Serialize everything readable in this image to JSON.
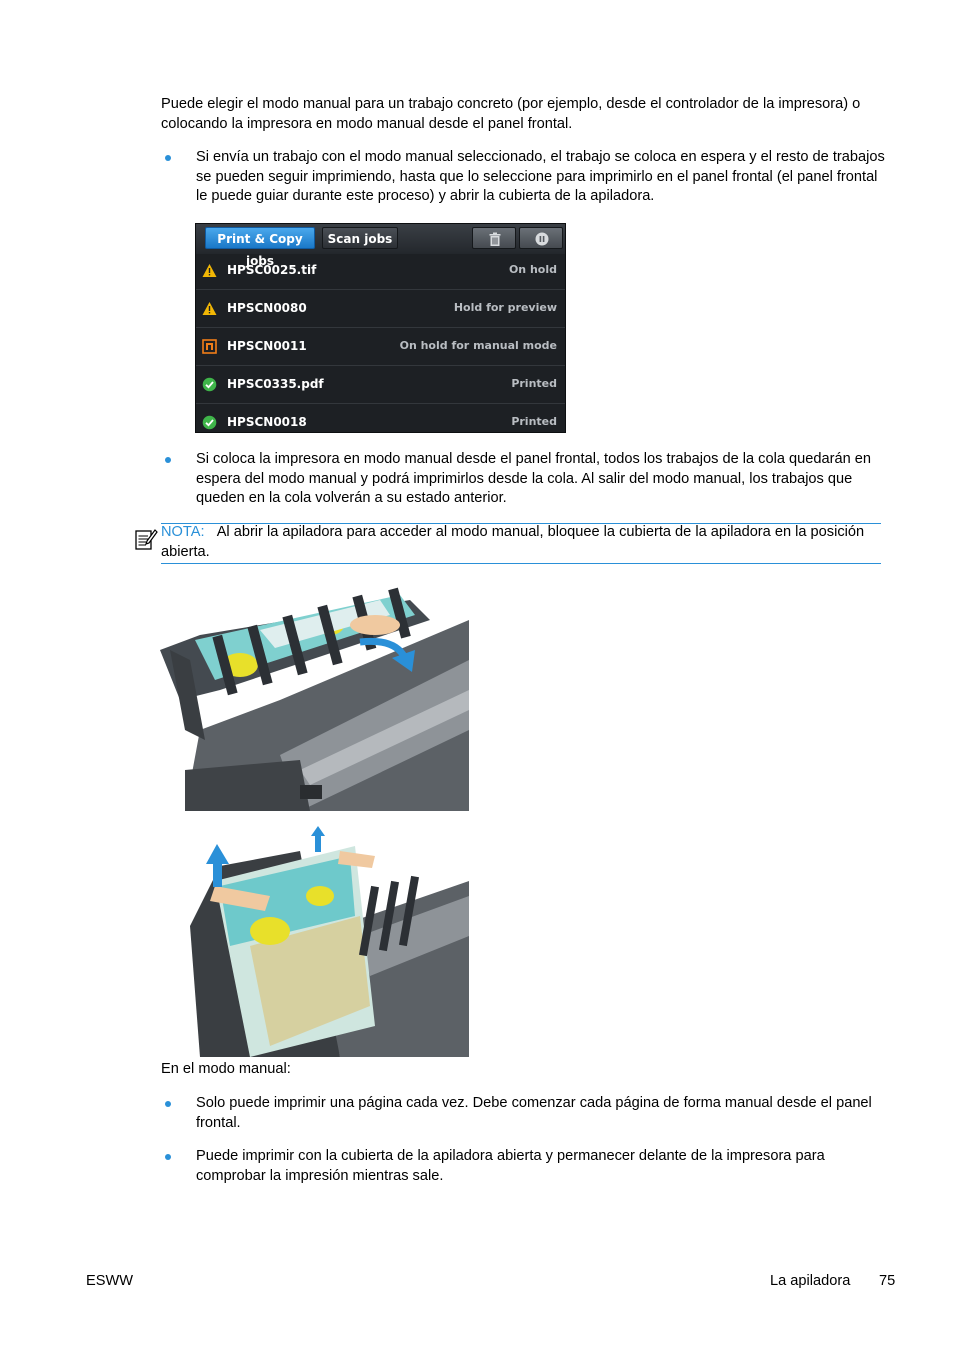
{
  "intro": "Puede elegir el modo manual para un trabajo concreto (por ejemplo, desde el controlador de la impresora) o colocando la impresora en modo manual desde el panel frontal.",
  "bullet1": "Si envía un trabajo con el modo manual seleccionado, el trabajo se coloca en espera y el resto de trabajos se pueden seguir imprimiendo, hasta que lo seleccione para imprimirlo en el panel frontal (el panel frontal le puede guiar durante este proceso) y abrir la cubierta de la apiladora.",
  "screen": {
    "tab_print_copy": "Print & Copy jobs",
    "tab_scan": "Scan jobs",
    "jobs": [
      {
        "icon": "warning-icon",
        "name": "HPSC0025.tif",
        "status": "On hold"
      },
      {
        "icon": "warning-icon",
        "name": "HPSCN0080",
        "status": "Hold for preview"
      },
      {
        "icon": "manual-mode-icon",
        "name": "HPSCN0011",
        "status": "On hold for manual mode"
      },
      {
        "icon": "check-icon",
        "name": "HPSC0335.pdf",
        "status": "Printed"
      },
      {
        "icon": "check-icon",
        "name": "HPSCN0018",
        "status": "Printed"
      }
    ],
    "colors": {
      "accent": "#1a78c8",
      "warning": "#f2b705",
      "manual": "#f07d18",
      "ok": "#3fb54a"
    }
  },
  "bullet2": "Si coloca la impresora en modo manual desde el panel frontal, todos los trabajos de la cola quedarán en espera del modo manual y podrá imprimirlos desde la cola. Al salir del modo manual, los trabajos que queden en la cola volverán a su estado anterior.",
  "note": {
    "label": "NOTA:",
    "text": "Al abrir la apiladora para acceder al modo manual, bloquee la cubierta de la apiladora en la posición abierta."
  },
  "manual_heading": "En el modo manual:",
  "bullet3": "Solo puede imprimir una página cada vez. Debe comenzar cada página de forma manual desde el panel frontal.",
  "bullet4": "Puede imprimir con la cubierta de la apiladora abierta y permanecer delante de la impresora para comprobar la impresión mientras sale.",
  "footer": {
    "left": "ESWW",
    "section": "La apiladora",
    "page": "75"
  }
}
